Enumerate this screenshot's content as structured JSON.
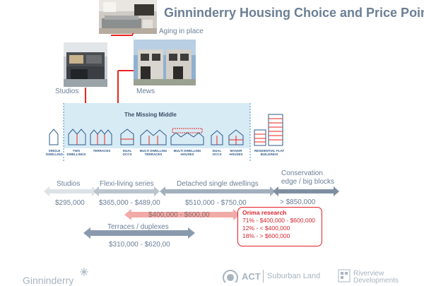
{
  "title": "Ginninderry Housing Choice and Price Points",
  "photo_labels": {
    "aging": "Aging in place",
    "studios": "Studios",
    "mews": "Mews"
  },
  "missing_middle": {
    "title": "The Missing Middle",
    "types": [
      {
        "label": "SINGLE DWELLING"
      },
      {
        "label": "TWO DWELLINGS"
      },
      {
        "label": "TERRACES"
      },
      {
        "label": "DUAL OCCS"
      },
      {
        "label": "MULTI DWELLING TERRACES"
      },
      {
        "label": "MULTI DWELLING HOUSES"
      },
      {
        "label": "DUAL OCCS"
      },
      {
        "label": "MANOR HOUSES"
      },
      {
        "label": "RESIDENTIAL FLAT BUILDINGS"
      }
    ]
  },
  "ranges": [
    {
      "name": "Studios",
      "price": "$295,000",
      "color": "#dde2e7"
    },
    {
      "name": "Flexi-living series",
      "price": "$365,000 - $489,00",
      "color": "#bac4cf"
    },
    {
      "name": "Detached single dwellings",
      "price": "$510,000 - $750,00",
      "color": "#a2afbd"
    },
    {
      "name": "Conservation edge / big blocks",
      "price": "> $850,000",
      "color": "#7f8fa2"
    },
    {
      "name": "",
      "price": "$400,000 - $600,00",
      "color": "#f2aaa7"
    },
    {
      "name": "Terraces / duplexes",
      "price": "$310,000 - $620,00",
      "color": "#8a9aae"
    }
  ],
  "orima": {
    "heading": "Orima research",
    "lines": [
      "71% - $400,000 - $600,000",
      "12% - < $400,000",
      "18% - > $600,000"
    ]
  },
  "logos": {
    "ginninderry": "Ginninderry",
    "act": "ACT",
    "suburban": "Suburban Land",
    "riverview": "Riverview",
    "developments": "Developments"
  },
  "colors": {
    "arrow_red": "#e8251f",
    "orima_red": "#e21f26",
    "band": "#d7ebf5"
  }
}
